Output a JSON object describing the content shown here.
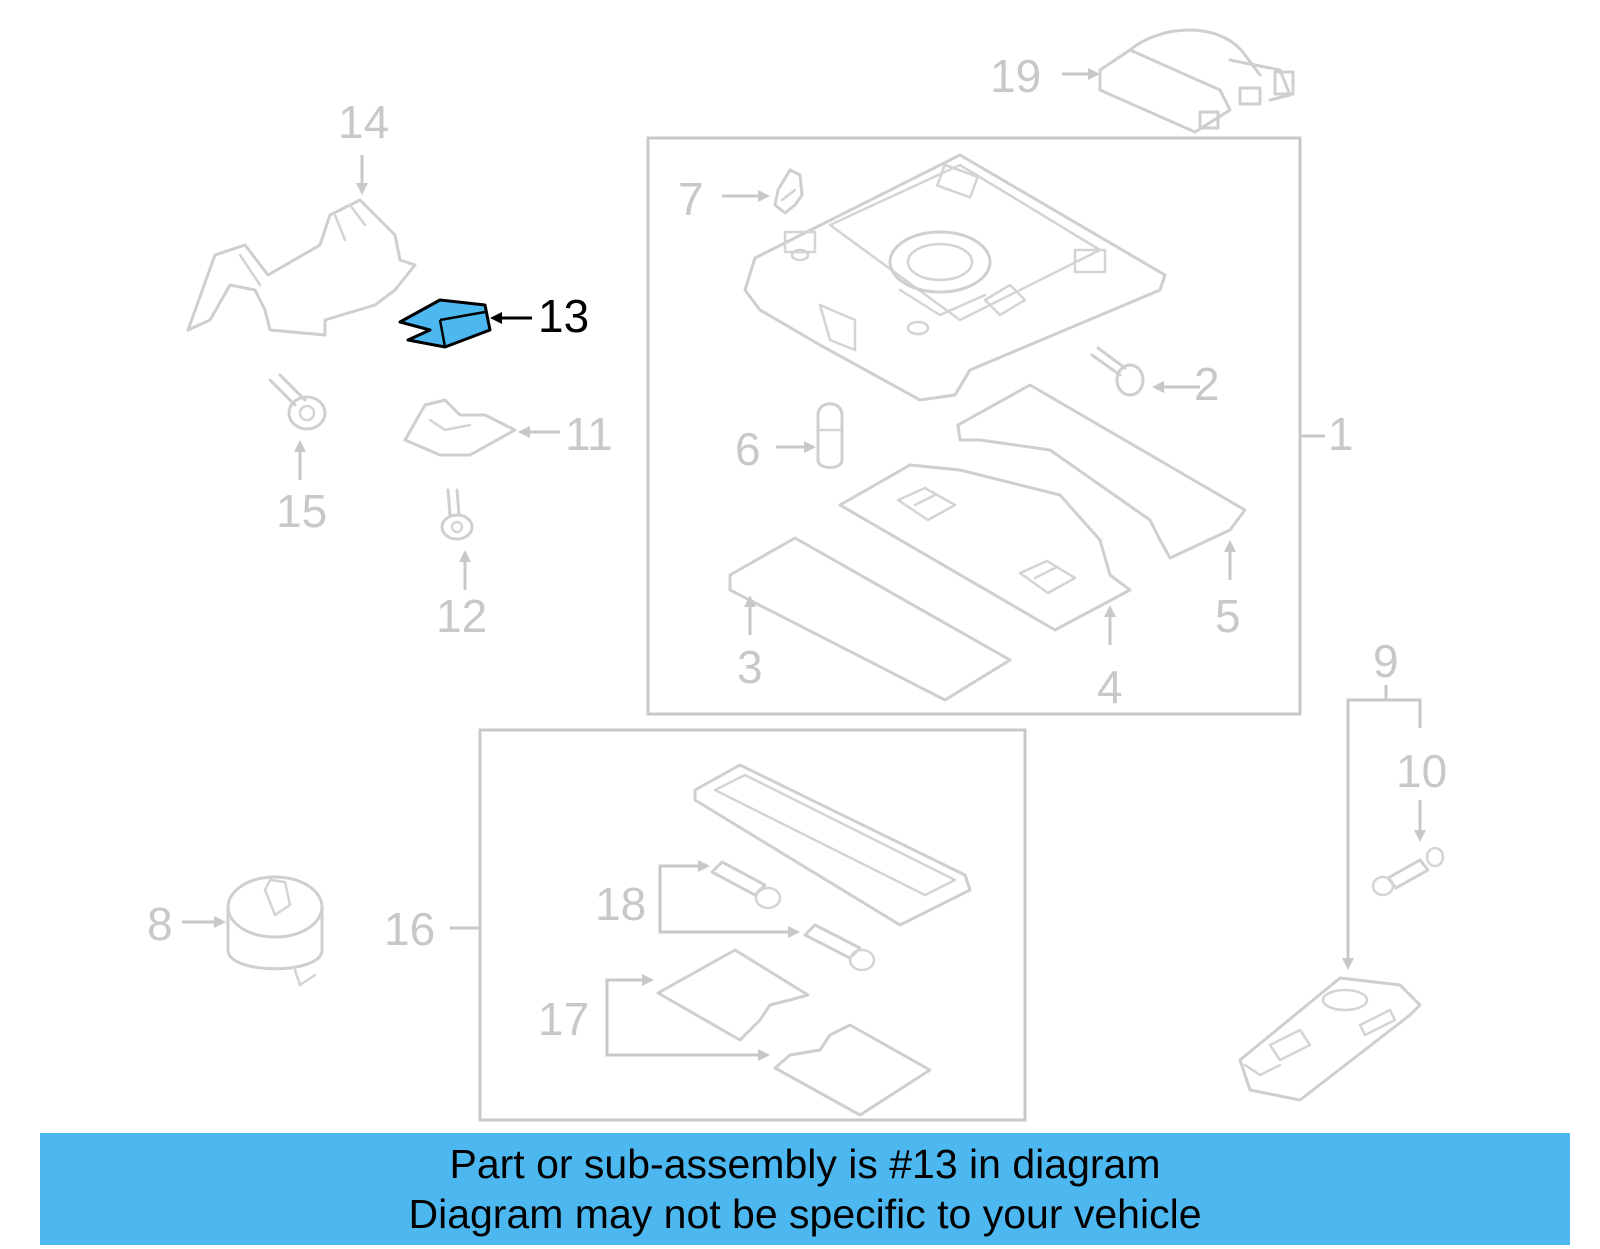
{
  "callouts": {
    "c1": "1",
    "c2": "2",
    "c3": "3",
    "c4": "4",
    "c5": "5",
    "c6": "6",
    "c7": "7",
    "c8": "8",
    "c9": "9",
    "c10": "10",
    "c11": "11",
    "c12": "12",
    "c13": "13",
    "c14": "14",
    "c15": "15",
    "c16": "16",
    "c17": "17",
    "c18": "18",
    "c19": "19"
  },
  "highlighted_part": "13",
  "colors": {
    "highlight_fill": "#4db8f0",
    "banner_bg": "#4db8f0",
    "line_gray": "#c8c8c8"
  },
  "banner": {
    "line1": "Part or sub-assembly is #13 in diagram",
    "line2": "Diagram may not be specific to your vehicle"
  }
}
